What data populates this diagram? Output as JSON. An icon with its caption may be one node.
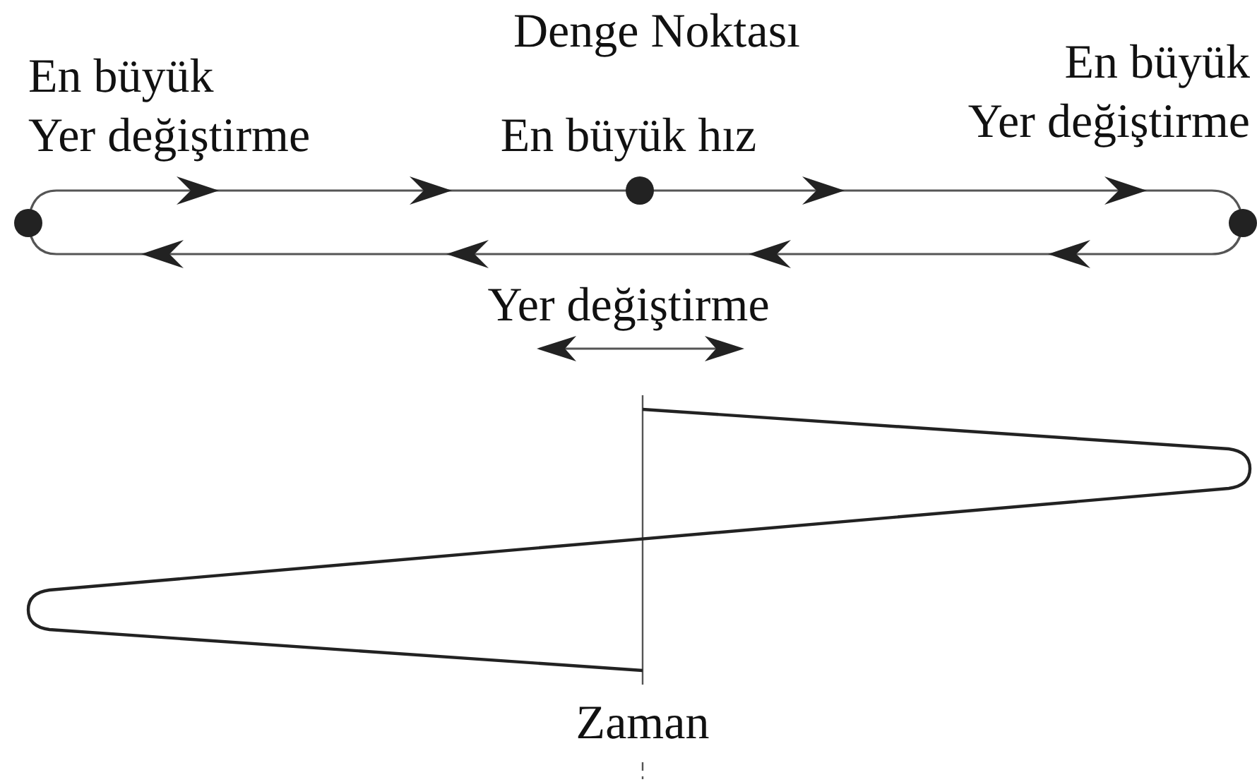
{
  "diagram": {
    "labels": [
      "Denge Noktası",
      "En büyük Yer değiştirme",
      "En büyük Yer değiştirme",
      "En büyük hız",
      "Yer değiştirme",
      "Zaman"
    ]
  }
}
